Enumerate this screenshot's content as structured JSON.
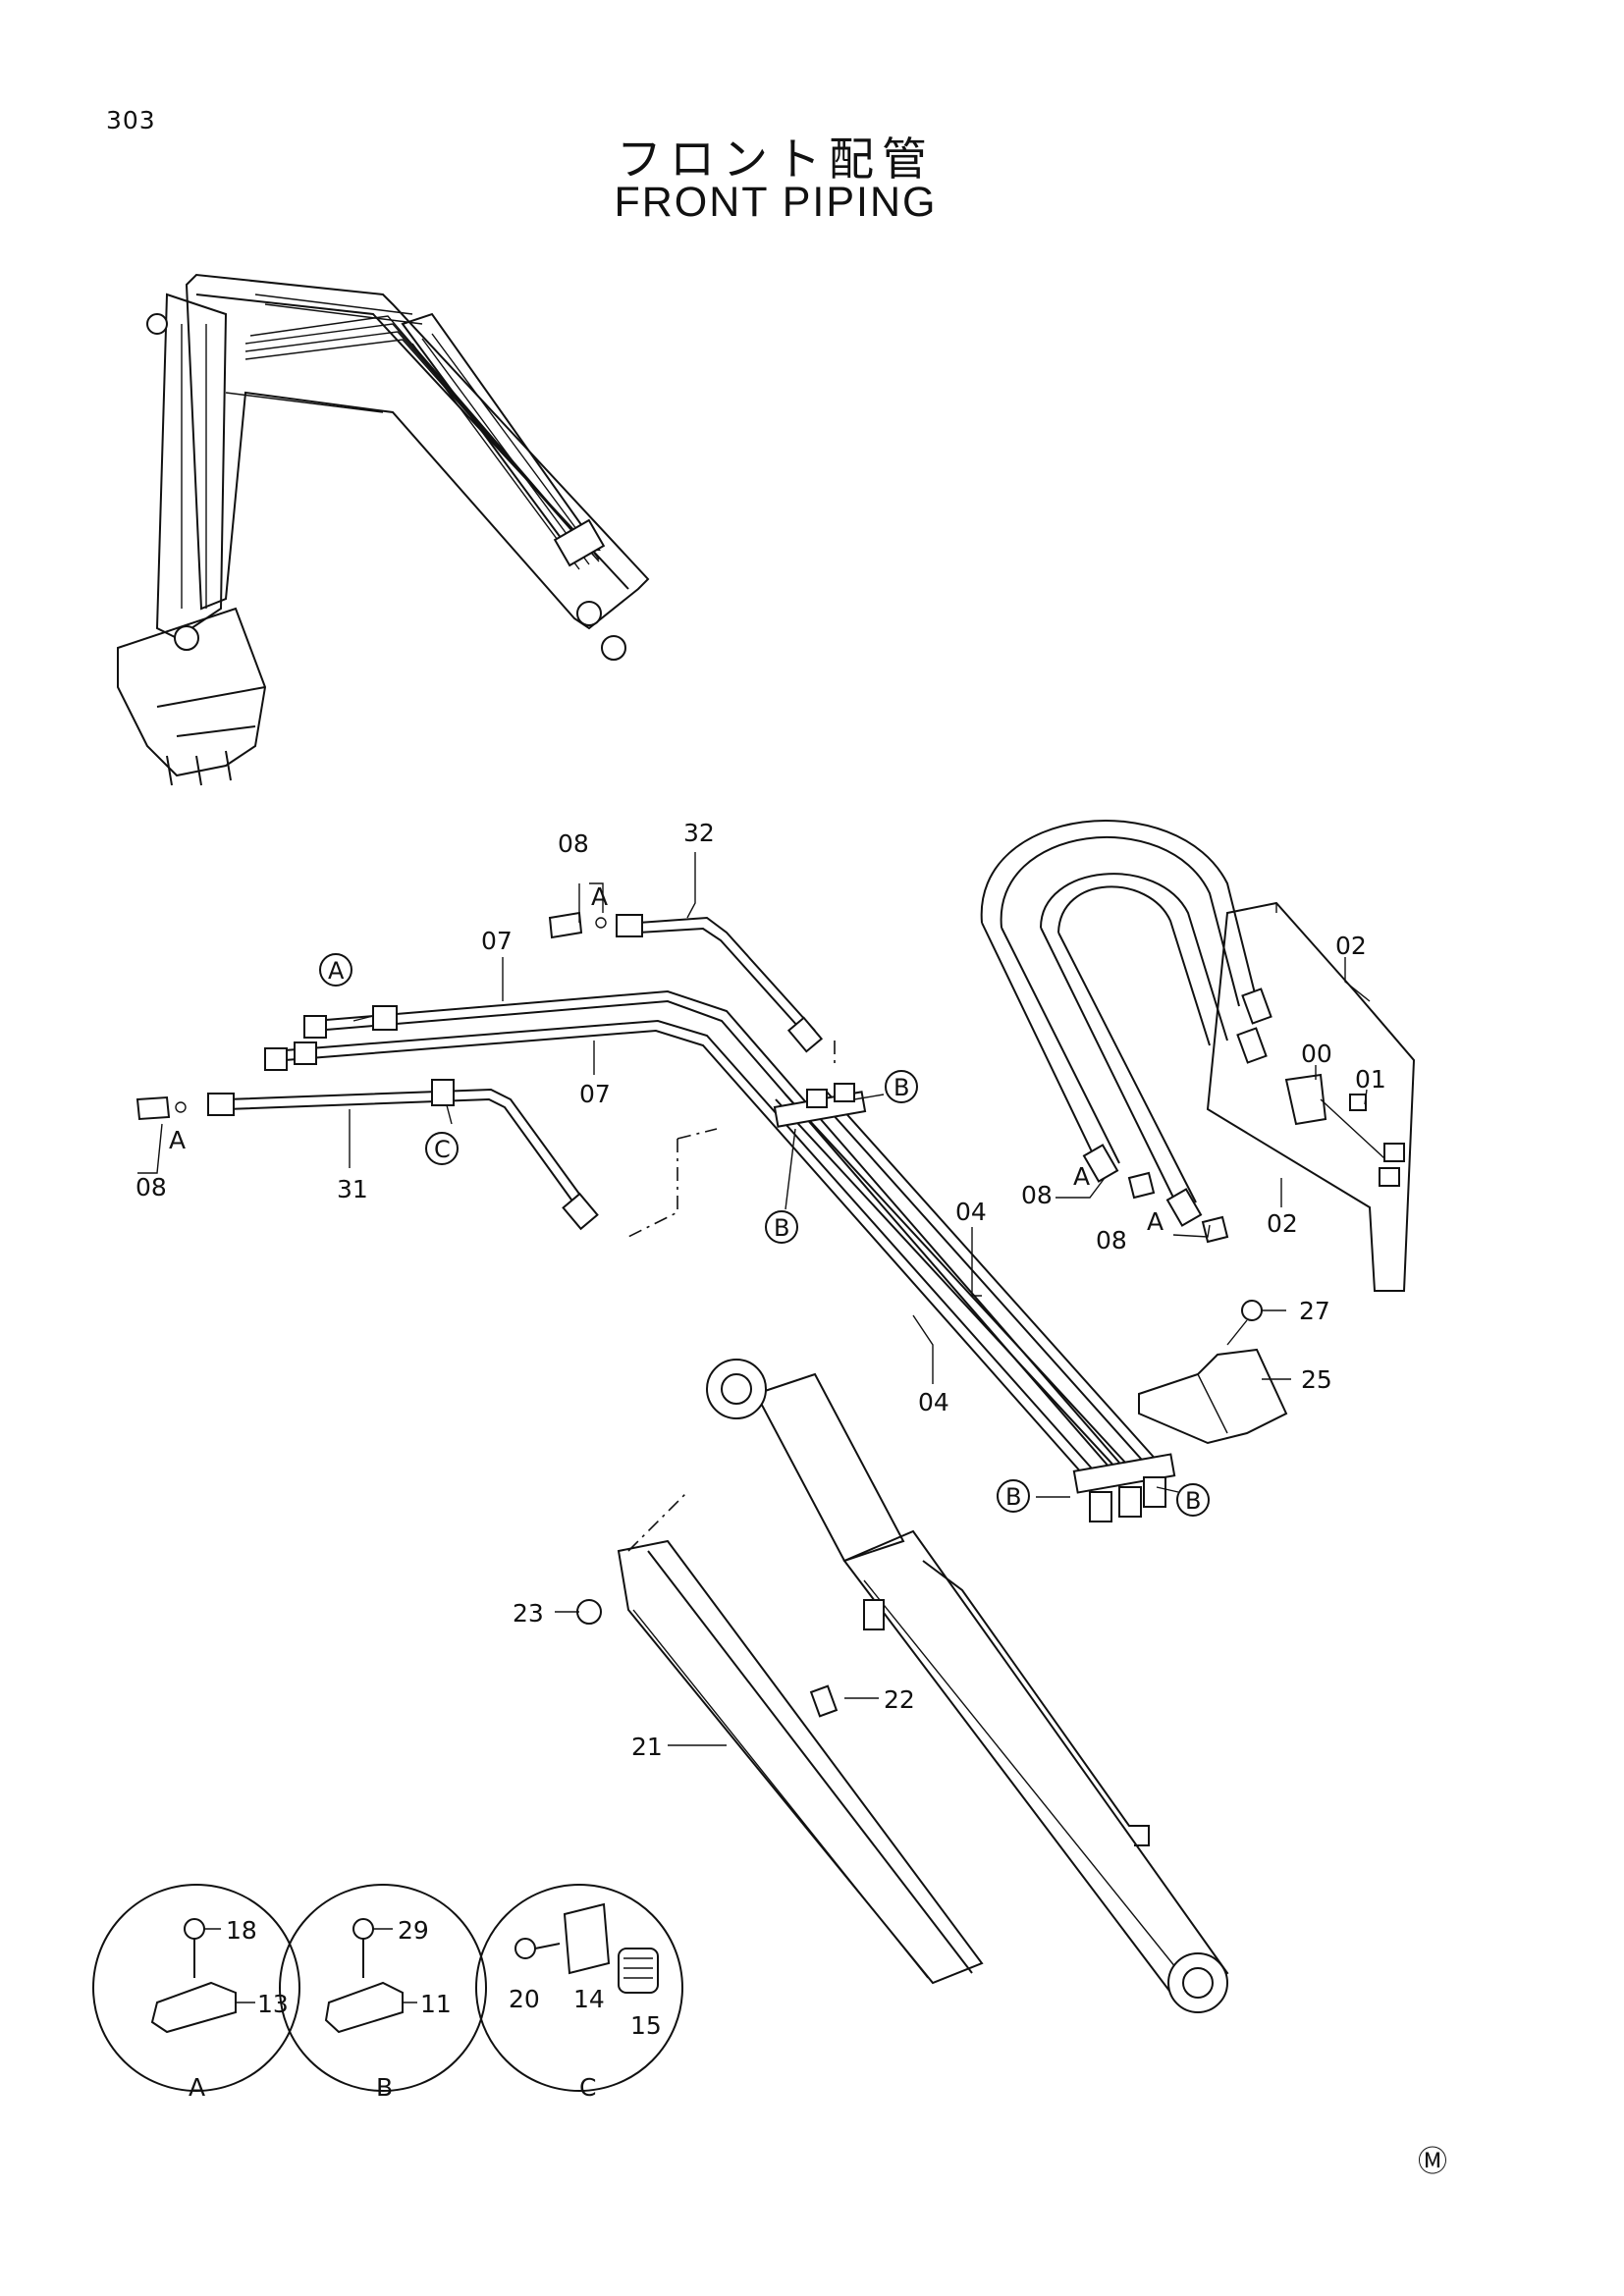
{
  "page_number": "303",
  "title_ja": "フロント配管",
  "title_en": "FRONT PIPING",
  "mark": "Ⓜ",
  "callouts": {
    "c08a": "08",
    "c08b": "08",
    "c08c": "08",
    "c08d": "08",
    "c32": "32",
    "c07a": "07",
    "c07b": "07",
    "c31": "31",
    "c02a": "02",
    "c02b": "02",
    "c00": "00",
    "c01": "01",
    "c04a": "04",
    "c04b": "04",
    "c27": "27",
    "c25": "25",
    "c23": "23",
    "c22": "22",
    "c21": "21",
    "d18": "18",
    "d13": "13",
    "d29": "29",
    "d11": "11",
    "d20": "20",
    "d14": "14",
    "d15": "15"
  },
  "refs": {
    "A_circ": "A",
    "A1": "A",
    "A2": "A",
    "A3": "A",
    "A4": "A",
    "B1": "B",
    "B2": "B",
    "B3": "B",
    "B4": "B",
    "C_circ": "C",
    "detA": "A",
    "detB": "B",
    "detC": "C"
  }
}
